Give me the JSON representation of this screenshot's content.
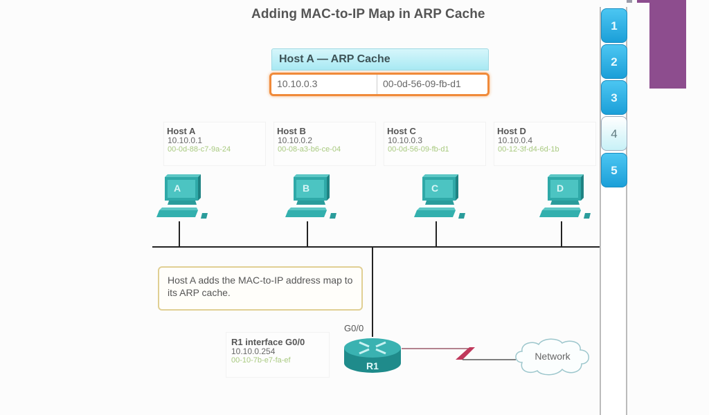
{
  "title": "Adding MAC-to-IP Map in ARP Cache",
  "arp_cache": {
    "header": "Host A — ARP Cache",
    "entry": {
      "ip": "10.10.0.3",
      "mac": "00-0d-56-09-fb-d1"
    },
    "highlight_color": "#f08a3a"
  },
  "hosts": [
    {
      "name": "Host A",
      "ip": "10.10.0.1",
      "mac": "00-0d-88-c7-9a-24",
      "label": "A"
    },
    {
      "name": "Host B",
      "ip": "10.10.0.2",
      "mac": "00-08-a3-b6-ce-04",
      "label": "B"
    },
    {
      "name": "Host C",
      "ip": "10.10.0.3",
      "mac": "00-0d-56-09-fb-d1",
      "label": "C"
    },
    {
      "name": "Host D",
      "ip": "10.10.0.4",
      "mac": "00-12-3f-d4-6d-1b",
      "label": "D"
    }
  ],
  "message": "Host A adds the MAC-to-IP address map to its ARP cache.",
  "router": {
    "info_title": "R1 interface G0/0",
    "ip": "10.10.0.254",
    "mac": "00-10-7b-e7-fa-ef",
    "label": "R1",
    "interface_label": "G0/0"
  },
  "cloud": {
    "label": "Network"
  },
  "steps": {
    "items": [
      "1",
      "2",
      "3",
      "4",
      "5"
    ],
    "active": "4"
  },
  "colors": {
    "device": "#2fa9a8",
    "mac_text": "#a8c97f",
    "step_button": "#1b9fd8",
    "accent_bar": "#8d4d8e",
    "serial_link": "#c0395c"
  }
}
